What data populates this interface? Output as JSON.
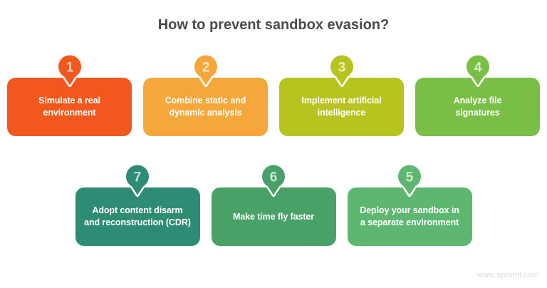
{
  "title": "How to prevent sandbox evasion?",
  "watermark": "www.apriorit.com",
  "steps": [
    {
      "number": "1",
      "label": "Simulate a real\nenvironment",
      "color": "#F2581D"
    },
    {
      "number": "2",
      "label": "Combine static and\ndynamic analysis",
      "color": "#F5A73C"
    },
    {
      "number": "3",
      "label": "Implement artificial\nintelligence",
      "color": "#B7C41F"
    },
    {
      "number": "4",
      "label": "Analyze file\nsignatures",
      "color": "#79BE45"
    },
    {
      "number": "7",
      "label": "Adopt content disarm\nand reconstruction (CDR)",
      "color": "#2F8C74"
    },
    {
      "number": "6",
      "label": "Make time fly faster",
      "color": "#48A167"
    },
    {
      "number": "5",
      "label": "Deploy your sandbox in\na separate environment",
      "color": "#5EB771"
    }
  ]
}
